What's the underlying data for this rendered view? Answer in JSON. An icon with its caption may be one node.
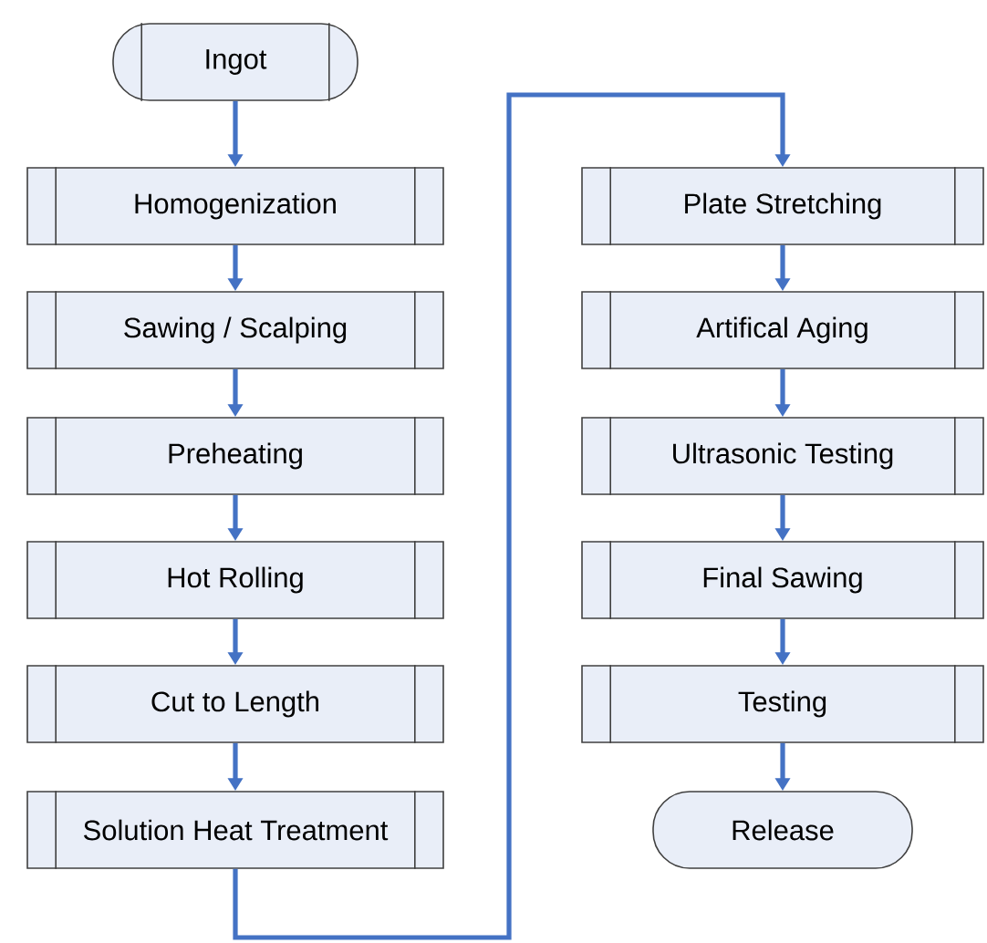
{
  "diagram": {
    "nodes": [
      {
        "text": [
          "Ingot"
        ]
      },
      {
        "text": [
          "Homogenization"
        ]
      },
      {
        "text": [
          "Sawing / Scalping"
        ]
      },
      {
        "text": [
          "Preheating"
        ]
      },
      {
        "text": [
          "Hot Rolling"
        ]
      },
      {
        "text": [
          "Cut to Length"
        ]
      },
      {
        "text": [
          "Solution Heat Treatment"
        ]
      },
      {
        "text": [
          "Plate Stretching"
        ]
      },
      {
        "text": [
          "Artifical Aging"
        ]
      },
      {
        "text": [
          "Ultrasonic Testing"
        ]
      },
      {
        "text": [
          "Final Sawing"
        ]
      },
      {
        "text": [
          "Testing"
        ]
      },
      {
        "text": [
          "Release"
        ]
      }
    ],
    "edges": [
      {
        "from": 0,
        "to": 1,
        "arrow": "to"
      },
      {
        "from": 1,
        "to": 2,
        "arrow": "to"
      },
      {
        "from": 2,
        "to": 3,
        "arrow": "to"
      },
      {
        "from": 3,
        "to": 4,
        "arrow": "to"
      },
      {
        "from": 4,
        "to": 5,
        "arrow": "to"
      },
      {
        "from": 5,
        "to": 6,
        "arrow": "to"
      },
      {
        "from": 6,
        "to": 7,
        "arrow": "to"
      },
      {
        "from": 7,
        "to": 8,
        "arrow": "to"
      },
      {
        "from": 8,
        "to": 9,
        "arrow": "to"
      },
      {
        "from": 9,
        "to": 10,
        "arrow": "to"
      },
      {
        "from": 10,
        "to": 11,
        "arrow": "to"
      },
      {
        "from": 11,
        "to": 12,
        "arrow": "to"
      }
    ]
  }
}
